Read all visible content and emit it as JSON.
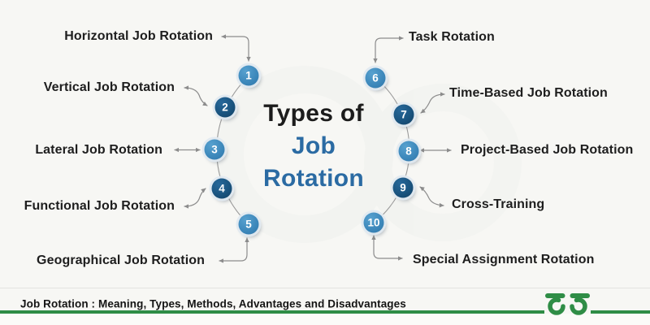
{
  "title": {
    "line1": "Types of",
    "line2": "Job",
    "line3": "Rotation"
  },
  "items": [
    {
      "num": "1",
      "label": "Horizontal Job Rotation"
    },
    {
      "num": "2",
      "label": "Vertical Job Rotation"
    },
    {
      "num": "3",
      "label": "Lateral Job Rotation"
    },
    {
      "num": "4",
      "label": "Functional Job Rotation"
    },
    {
      "num": "5",
      "label": "Geographical Job Rotation"
    },
    {
      "num": "6",
      "label": "Task Rotation"
    },
    {
      "num": "7",
      "label": "Time-Based Job Rotation"
    },
    {
      "num": "8",
      "label": "Project-Based Job Rotation"
    },
    {
      "num": "9",
      "label": "Cross-Training"
    },
    {
      "num": "10",
      "label": "Special Assignment Rotation"
    }
  ],
  "footer": {
    "caption": "Job Rotation : Meaning, Types, Methods, Advantages and Disadvantages",
    "logo": "geeksforgeeks-logo"
  },
  "colors": {
    "background": "#f7f7f4",
    "accent_green": "#2f8d46",
    "node_blue_light": "#3e89bc",
    "node_blue_dark": "#1a547f",
    "title_blue": "#2b6ba3",
    "leader_gray": "#8c8c8c"
  }
}
